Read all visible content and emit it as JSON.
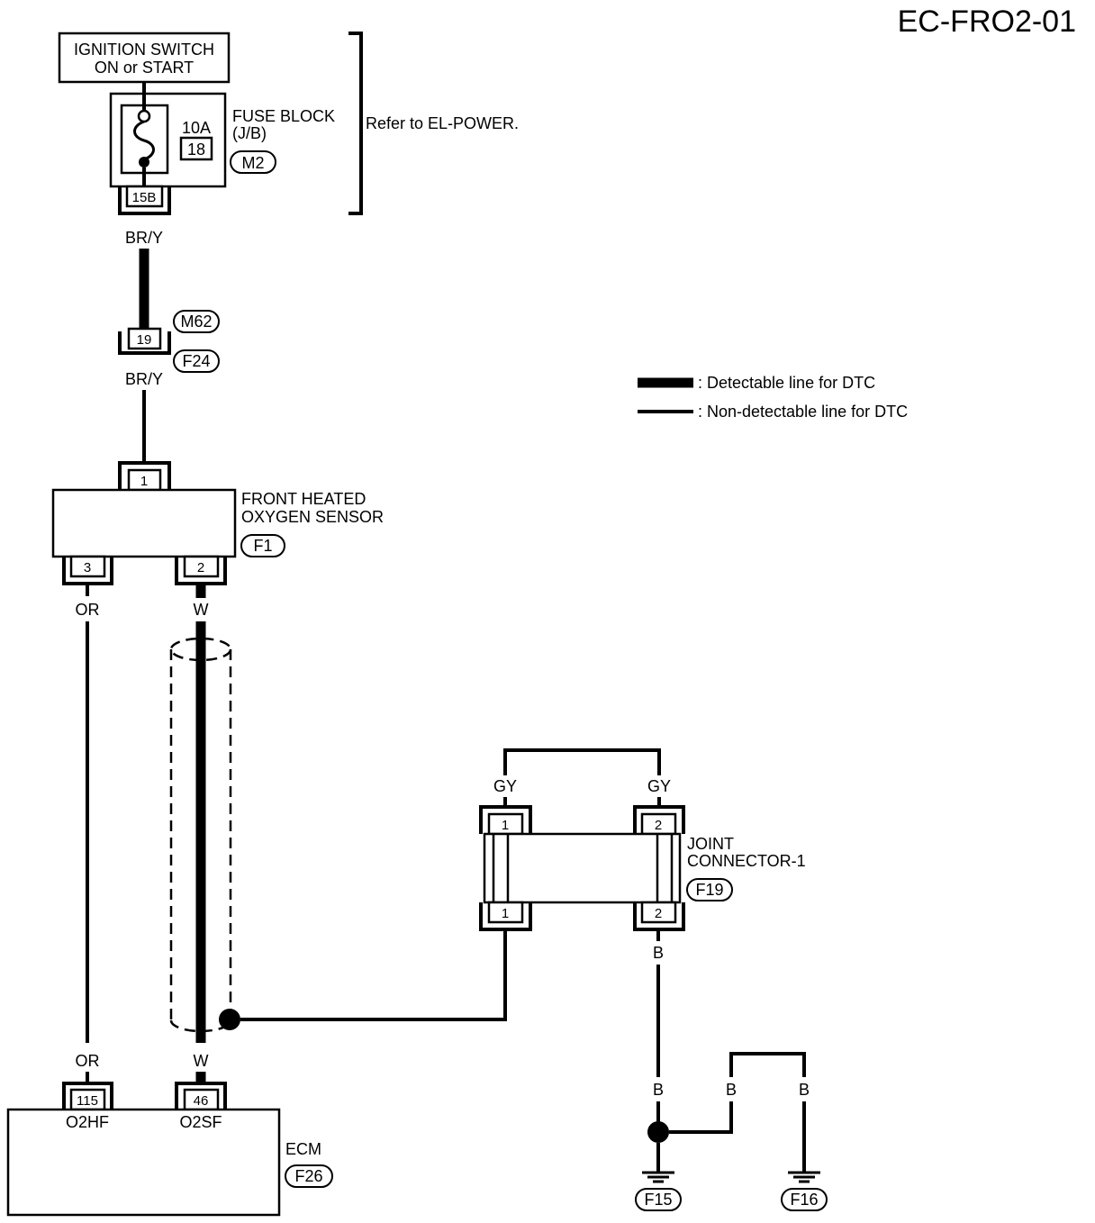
{
  "page_code": "EC-FRO2-01",
  "ignition_switch": {
    "line1": "IGNITION SWITCH",
    "line2": "ON or START"
  },
  "fuse_block": {
    "rating": "10A",
    "number": "18",
    "label_line1": "FUSE BLOCK",
    "label_line2": "(J/B)",
    "connector": "M2",
    "terminal": "15B"
  },
  "refer_note": "Refer to EL-POWER.",
  "wires": {
    "br_y_1": "BR/Y",
    "br_y_2": "BR/Y",
    "or_top": "OR",
    "or_bottom": "OR",
    "w_top": "W",
    "w_bottom": "W",
    "gy_left": "GY",
    "gy_right": "GY",
    "b_jc": "B",
    "b_f15": "B",
    "b_mid": "B",
    "b_f16": "B"
  },
  "inline_connector": {
    "terminal": "19",
    "upper_id": "M62",
    "lower_id": "F24"
  },
  "legend": {
    "detectable": ": Detectable line for DTC",
    "non_detectable": ": Non-detectable line for DTC"
  },
  "sensor": {
    "label_line1": "FRONT HEATED",
    "label_line2": "OXYGEN SENSOR",
    "connector": "F1",
    "pin_top": "1",
    "pin_left": "3",
    "pin_right": "2"
  },
  "joint_connector": {
    "label_line1": "JOINT",
    "label_line2": "CONNECTOR-1",
    "connector": "F19",
    "pin_tl": "1",
    "pin_tr": "2",
    "pin_bl": "1",
    "pin_br": "2"
  },
  "ecm": {
    "label": "ECM",
    "connector": "F26",
    "pin1": "115",
    "pin1_name": "O2HF",
    "pin2": "46",
    "pin2_name": "O2SF"
  },
  "grounds": {
    "g1": "F15",
    "g2": "F16"
  }
}
